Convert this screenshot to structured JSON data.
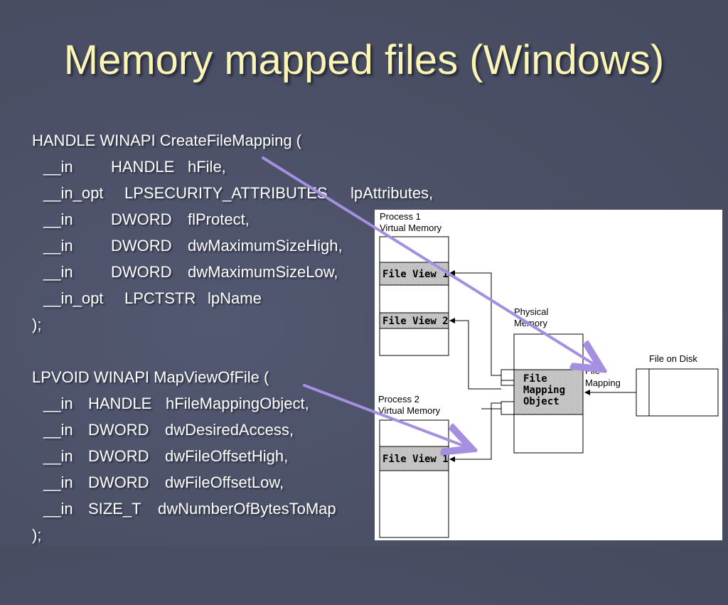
{
  "slide": {
    "title": "Memory mapped files (Windows)"
  },
  "code": {
    "create": {
      "header": "HANDLE WINAPI CreateFileMapping (",
      "params": [
        {
          "kw": "__in",
          "type": "HANDLE",
          "name": "hFile,"
        },
        {
          "kw": "__in_opt",
          "type": "LPSECURITY_ATTRIBUTES",
          "name": "lpAttributes,"
        },
        {
          "kw": "__in",
          "type": "DWORD",
          "name": "flProtect,"
        },
        {
          "kw": "__in",
          "type": "DWORD",
          "name": "dwMaximumSizeHigh,"
        },
        {
          "kw": "__in",
          "type": "DWORD",
          "name": "dwMaximumSizeLow,"
        },
        {
          "kw": "__in_opt",
          "type": "LPCTSTR",
          "name": "lpName"
        }
      ],
      "close": ");"
    },
    "mapview": {
      "header": "LPVOID WINAPI MapViewOfFile (",
      "params": [
        {
          "kw": "__in",
          "type": "HANDLE",
          "name": "hFileMappingObject,"
        },
        {
          "kw": "__in",
          "type": "DWORD",
          "name": "dwDesiredAccess,"
        },
        {
          "kw": "__in",
          "type": "DWORD",
          "name": "dwFileOffsetHigh,"
        },
        {
          "kw": "__in",
          "type": "DWORD",
          "name": "dwFileOffsetLow,"
        },
        {
          "kw": "__in",
          "type": "SIZE_T",
          "name": "dwNumberOfBytesToMap"
        }
      ],
      "close": ");"
    }
  },
  "diagram": {
    "process1": {
      "line1": "Process 1",
      "line2": "Virtual Memory",
      "view1": "File View 1",
      "view2": "File View 2"
    },
    "process2": {
      "line1": "Process 2",
      "line2": "Virtual Memory",
      "view1": "File View 1"
    },
    "physical": {
      "line1": "Physical",
      "line2": "Memory",
      "object_line1": "File",
      "object_line2": "Mapping",
      "object_line3": "Object"
    },
    "mapping": {
      "line1": "File",
      "line2": "Mapping"
    },
    "disk": {
      "label": "File on Disk"
    }
  },
  "colors": {
    "background": "#4b5066",
    "title": "#fbf5b5",
    "code_text": "#ffffff",
    "annotation_arrow": "#a58fe0",
    "hatch_fill": "#c0c0c0"
  }
}
